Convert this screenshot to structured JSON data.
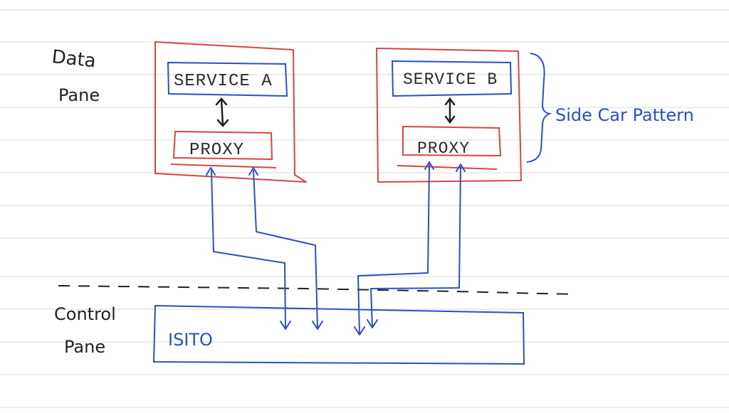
{
  "labels": {
    "data_plane": [
      "Data",
      "Pane"
    ],
    "control_plane": [
      "Control",
      "Pane"
    ],
    "service_a": "SERVICE A",
    "service_b": "SERVICE B",
    "proxy_a": "PROXY",
    "proxy_b": "PROXY",
    "sidecar": "Side Car Pattern",
    "istio": "ISITO"
  },
  "colors": {
    "red": "#d64545",
    "blue": "#2b4fc4",
    "ink": "#222222",
    "ruled_line": "#d9d9d9"
  }
}
